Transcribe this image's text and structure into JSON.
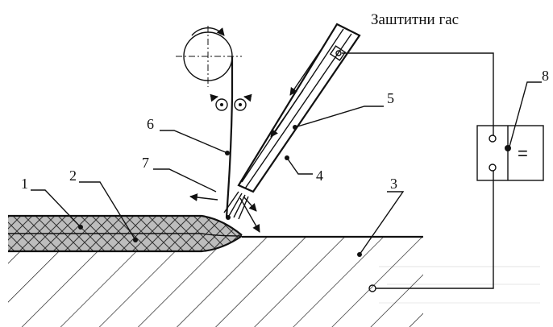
{
  "diagram": {
    "shielding_gas_label": "Заштитни гас",
    "power_source_symbol": "=",
    "labels": {
      "n1": "1",
      "n2": "2",
      "n3": "3",
      "n4": "4",
      "n5": "5",
      "n6": "6",
      "n7": "7",
      "n8": "8"
    }
  }
}
